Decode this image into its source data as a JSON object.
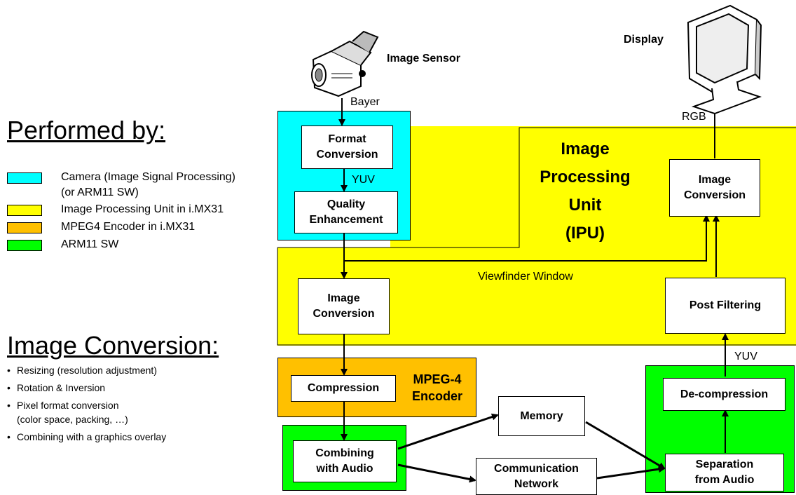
{
  "colors": {
    "camera": "#00ffff",
    "ipu": "#ffff00",
    "mpeg4": "#ffc000",
    "arm": "#00ff00"
  },
  "legend": {
    "title": "Performed by:",
    "items": [
      {
        "lines": [
          "Camera (Image Signal Processing)",
          "(or ARM11 SW)"
        ],
        "color": "camera"
      },
      {
        "lines": [
          "Image Processing Unit in i.MX31"
        ],
        "color": "ipu"
      },
      {
        "lines": [
          "MPEG4 Encoder in i.MX31"
        ],
        "color": "mpeg4"
      },
      {
        "lines": [
          "ARM11 SW"
        ],
        "color": "arm"
      }
    ]
  },
  "conversion": {
    "title": "Image Conversion:",
    "bullets": [
      "Resizing (resolution adjustment)",
      "Rotation & Inversion",
      "Pixel format conversion\n(color space, packing, …)",
      "Combining with a graphics overlay"
    ]
  },
  "devices": {
    "image_sensor": "Image Sensor",
    "display": "Display"
  },
  "ipu_title": "Image\nProcessing\nUnit\n(IPU)",
  "mpeg_title": "MPEG-4\nEncoder",
  "viewfinder": "Viewfinder Window",
  "signals": {
    "bayer": "Bayer",
    "yuv_top": "YUV",
    "rgb": "RGB",
    "yuv_right": "YUV"
  },
  "boxes": {
    "format_conversion": "Format\nConversion",
    "quality_enhancement": "Quality\nEnhancement",
    "image_conversion_left": "Image\nConversion",
    "compression": "Compression",
    "combining": "Combining\nwith Audio",
    "memory": "Memory",
    "comm_network": "Communication\nNetwork",
    "separation": "Separation\nfrom Audio",
    "decompression": "De-compression",
    "post_filtering": "Post Filtering",
    "image_conversion_right": "Image\nConversion"
  }
}
